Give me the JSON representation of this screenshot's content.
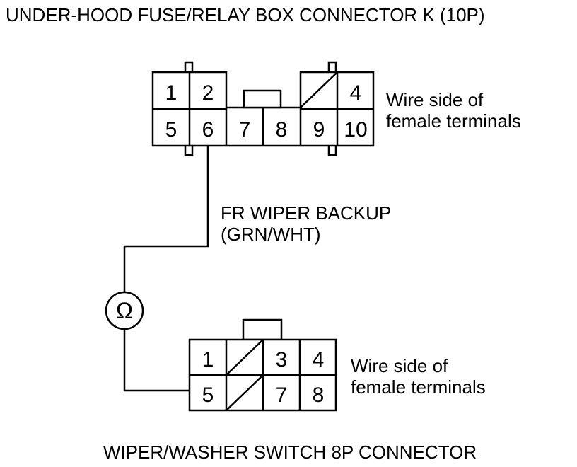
{
  "top_connector": {
    "title": "UNDER-HOOD FUSE/RELAY BOX CONNECTOR K (10P)",
    "pins": {
      "p1": "1",
      "p2": "2",
      "p4": "4",
      "p5": "5",
      "p6": "6",
      "p7": "7",
      "p8": "8",
      "p9": "9",
      "p10": "10"
    },
    "note_line1": "Wire side of",
    "note_line2": "female terminals"
  },
  "wire": {
    "label_line1": "FR WIPER BACKUP",
    "label_line2": "(GRN/WHT)"
  },
  "meter": {
    "symbol": "Ω"
  },
  "bottom_connector": {
    "title": "WIPER/WASHER SWITCH 8P CONNECTOR",
    "pins": {
      "p1": "1",
      "p3": "3",
      "p4": "4",
      "p5": "5",
      "p7": "7",
      "p8": "8"
    },
    "note_line1": "Wire side of",
    "note_line2": "female terminals"
  }
}
